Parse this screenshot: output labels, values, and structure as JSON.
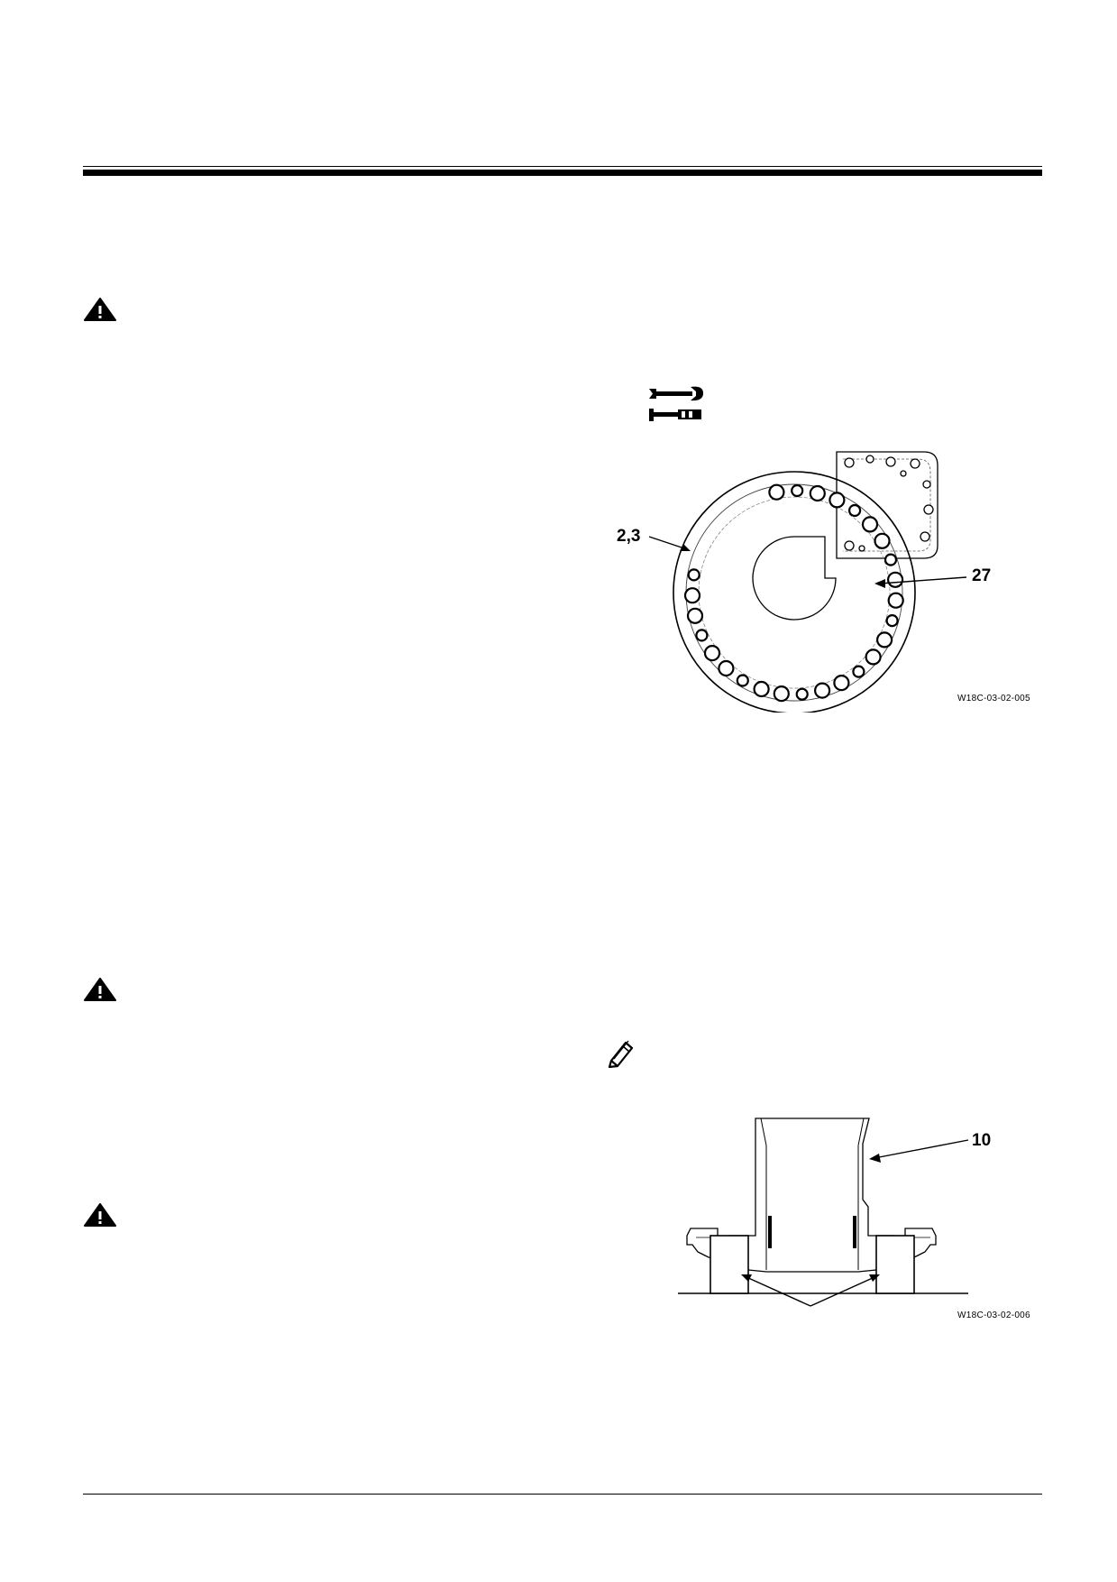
{
  "figures": {
    "fig1": {
      "callouts": [
        "2,3",
        "27"
      ],
      "id": "W18C-03-02-005"
    },
    "fig2": {
      "callouts": [
        "10"
      ],
      "id": "W18C-03-02-006"
    }
  },
  "icons": {
    "warning": "warning-triangle-icon",
    "tools": "wrench-and-torque-wrench-icon",
    "note": "pencil-note-icon"
  }
}
